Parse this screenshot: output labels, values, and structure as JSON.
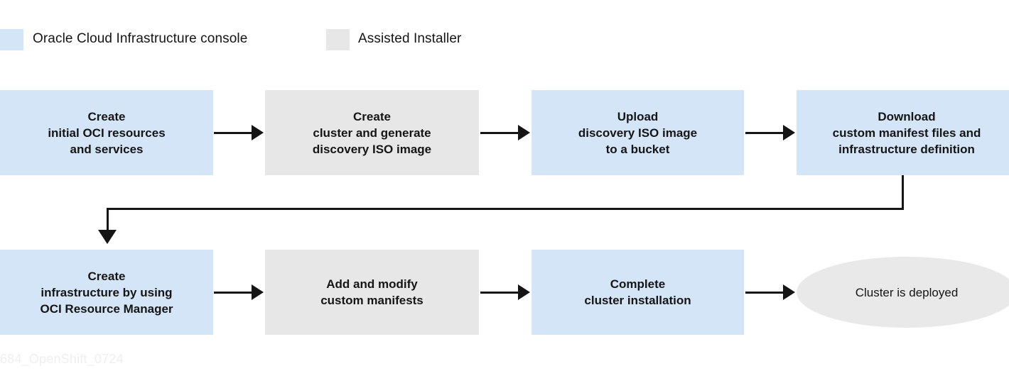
{
  "diagram": {
    "legend": [
      {
        "label": "Oracle Cloud Infrastructure console",
        "color": "#d4e5f7",
        "swatch_name": "oci-console-swatch"
      },
      {
        "label": "Assisted Installer",
        "color": "#e7e7e7",
        "swatch_name": "assisted-installer-swatch"
      }
    ],
    "row1": [
      {
        "id": "create-initial-oci-resources",
        "kind": "blue",
        "lines": [
          "Create",
          "initial OCI resources",
          "and services"
        ]
      },
      {
        "id": "create-cluster-generate-iso",
        "kind": "gray",
        "lines": [
          "Create",
          "cluster and generate",
          "discovery ISO image"
        ]
      },
      {
        "id": "upload-iso-to-bucket",
        "kind": "blue",
        "lines": [
          "Upload",
          "discovery ISO image",
          "to a bucket"
        ]
      },
      {
        "id": "download-custom-manifests",
        "kind": "blue",
        "lines": [
          "Download",
          "custom manifest files and",
          "infrastructure definition"
        ]
      }
    ],
    "row2": [
      {
        "id": "create-infrastructure-resource-manager",
        "kind": "blue",
        "lines": [
          "Create",
          "infrastructure by using",
          "OCI Resource Manager"
        ]
      },
      {
        "id": "add-modify-custom-manifests",
        "kind": "gray",
        "lines": [
          "Add and modify",
          "custom manifests"
        ]
      },
      {
        "id": "complete-cluster-installation",
        "kind": "blue",
        "lines": [
          "Complete",
          "cluster installation"
        ]
      },
      {
        "id": "cluster-is-deployed",
        "kind": "ellipse",
        "lines": [
          "Cluster is deployed"
        ]
      }
    ],
    "footer_id": "684_OpenShift_0724",
    "colors": {
      "blue": "#d4e5f7",
      "gray": "#e7e7e7",
      "ellipse": "#e9e9e9",
      "line": "#151515",
      "footer": "#efefef"
    }
  }
}
